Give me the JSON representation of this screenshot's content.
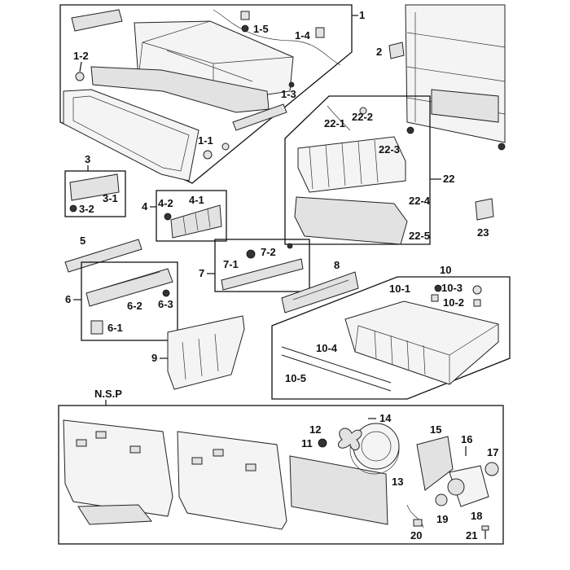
{
  "diagram": {
    "nsp_label": "N.S.P",
    "callouts": {
      "c1": "1",
      "c1_1": "1-1",
      "c1_2": "1-2",
      "c1_3": "1-3",
      "c1_4": "1-4",
      "c1_5": "1-5",
      "c2": "2",
      "c3": "3",
      "c3_1": "3-1",
      "c3_2": "3-2",
      "c4": "4",
      "c4_1": "4-1",
      "c4_2": "4-2",
      "c5": "5",
      "c6": "6",
      "c6_1": "6-1",
      "c6_2": "6-2",
      "c6_3": "6-3",
      "c7": "7",
      "c7_1": "7-1",
      "c7_2": "7-2",
      "c8": "8",
      "c9": "9",
      "c10": "10",
      "c10_1": "10-1",
      "c10_2": "10-2",
      "c10_3": "10-3",
      "c10_4": "10-4",
      "c10_5": "10-5",
      "c11": "11",
      "c12": "12",
      "c13": "13",
      "c14": "14",
      "c15": "15",
      "c16": "16",
      "c17": "17",
      "c18": "18",
      "c19": "19",
      "c20": "20",
      "c21": "21",
      "c22": "22",
      "c22_1": "22-1",
      "c22_2": "22-2",
      "c22_3": "22-3",
      "c22_4": "22-4",
      "c22_5": "22-5",
      "c23": "23"
    }
  }
}
